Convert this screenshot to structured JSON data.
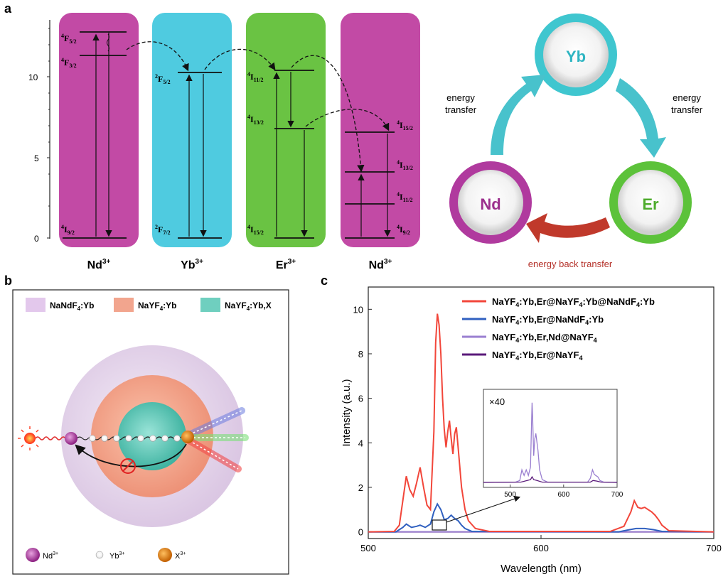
{
  "panel_a": {
    "letter": "a",
    "y_axis_ticks": [
      "0",
      "5",
      "10"
    ],
    "columns": [
      {
        "ion": "Nd",
        "charge": "3+",
        "color": "#c24aa5",
        "levels": [
          {
            "pre": "4",
            "sym": "F",
            "sub": "5/2"
          },
          {
            "pre": "4",
            "sym": "F",
            "sub": "3/2"
          },
          {
            "pre": "4",
            "sym": "I",
            "sub": "9/2"
          }
        ]
      },
      {
        "ion": "Yb",
        "charge": "3+",
        "color": "#4fcbe0",
        "levels": [
          {
            "pre": "2",
            "sym": "F",
            "sub": "5/2"
          },
          {
            "pre": "2",
            "sym": "F",
            "sub": "7/2"
          }
        ]
      },
      {
        "ion": "Er",
        "charge": "3+",
        "color": "#6ac343",
        "levels": [
          {
            "pre": "4",
            "sym": "I",
            "sub": "11/2"
          },
          {
            "pre": "4",
            "sym": "I",
            "sub": "13/2"
          },
          {
            "pre": "4",
            "sym": "I",
            "sub": "15/2"
          }
        ]
      },
      {
        "ion": "Nd",
        "charge": "3+",
        "color": "#c24aa5",
        "levels": [
          {
            "pre": "4",
            "sym": "I",
            "sub": "15/2"
          },
          {
            "pre": "4",
            "sym": "I",
            "sub": "13/2"
          },
          {
            "pre": "4",
            "sym": "I",
            "sub": "11/2"
          },
          {
            "pre": "4",
            "sym": "I",
            "sub": "9/2"
          }
        ]
      }
    ]
  },
  "cycle": {
    "yb_label": "Yb",
    "er_label": "Er",
    "nd_label": "Nd",
    "left_arrow_line1": "energy",
    "left_arrow_line2": "transfer",
    "right_arrow_line1": "energy",
    "right_arrow_line2": "transfer",
    "back_label": "energy back transfer",
    "colors": {
      "yb": "#3fc6cf",
      "er": "#5cc23a",
      "nd": "#b03a9e",
      "back": "#c0392b"
    }
  },
  "panel_b": {
    "letter": "b",
    "legend": [
      {
        "main": "NaNdF",
        "sub": "4",
        "rest": ":Yb",
        "color": "#e3c8ec"
      },
      {
        "main": "NaYF",
        "sub": "4",
        "rest": ":Yb",
        "color": "#f2a58e"
      },
      {
        "main": "NaYF",
        "sub": "4",
        "rest": ":Yb,X",
        "color": "#6fcfbf"
      }
    ],
    "ions": [
      {
        "label": "Nd",
        "sup": "3+",
        "color": "#a7349a"
      },
      {
        "label": "Yb",
        "sup": "3+",
        "color": "#dddddd"
      },
      {
        "label": "X",
        "sup": "3+",
        "color": "#e0861a"
      }
    ]
  },
  "panel_c": {
    "letter": "c",
    "inset_label": "×40"
  },
  "chart_data": {
    "type": "line",
    "xlabel": "Wavelength (nm)",
    "ylabel": "Intensity (a.u.)",
    "xlim": [
      500,
      700
    ],
    "ylim": [
      -0.3,
      11
    ],
    "x_ticks": [
      500,
      600,
      700
    ],
    "y_ticks": [
      0,
      2,
      4,
      6,
      8,
      10
    ],
    "legend_position": "top-right",
    "series": [
      {
        "name": "NaYF4:Yb,Er@NaYF4:Yb@NaNdF4:Yb",
        "label_main": [
          "NaYF",
          "4",
          ":Yb,Er@NaYF",
          "4",
          ":Yb@NaNdF",
          "4",
          ":Yb"
        ],
        "color": "#f2463a",
        "points": [
          [
            500,
            0
          ],
          [
            515,
            0.02
          ],
          [
            518,
            0.3
          ],
          [
            520,
            1.4
          ],
          [
            522,
            2.5
          ],
          [
            524,
            1.9
          ],
          [
            526,
            1.6
          ],
          [
            528,
            2.2
          ],
          [
            530,
            2.9
          ],
          [
            532,
            2.0
          ],
          [
            534,
            1.2
          ],
          [
            536,
            1.0
          ],
          [
            538,
            4.5
          ],
          [
            539,
            8.5
          ],
          [
            540,
            9.8
          ],
          [
            541,
            9.3
          ],
          [
            542,
            8.0
          ],
          [
            543,
            6.0
          ],
          [
            544,
            4.6
          ],
          [
            545,
            3.8
          ],
          [
            546,
            4.5
          ],
          [
            547,
            5.0
          ],
          [
            548,
            4.2
          ],
          [
            549,
            3.5
          ],
          [
            550,
            4.4
          ],
          [
            551,
            4.7
          ],
          [
            552,
            3.8
          ],
          [
            554,
            2.0
          ],
          [
            556,
            1.0
          ],
          [
            558,
            0.5
          ],
          [
            562,
            0.15
          ],
          [
            570,
            0.02
          ],
          [
            640,
            0.02
          ],
          [
            648,
            0.25
          ],
          [
            652,
            0.9
          ],
          [
            654,
            1.4
          ],
          [
            656,
            1.1
          ],
          [
            658,
            1.05
          ],
          [
            660,
            1.1
          ],
          [
            662,
            1.0
          ],
          [
            664,
            0.9
          ],
          [
            666,
            0.75
          ],
          [
            668,
            0.55
          ],
          [
            670,
            0.3
          ],
          [
            674,
            0.05
          ],
          [
            700,
            0
          ]
        ]
      },
      {
        "name": "NaYF4:Yb,Er@NaNdF4:Yb",
        "label_main": [
          "NaYF",
          "4",
          ":Yb,Er@NaNdF",
          "4",
          ":Yb"
        ],
        "color": "#3060c0",
        "points": [
          [
            500,
            0
          ],
          [
            516,
            0
          ],
          [
            520,
            0.2
          ],
          [
            522,
            0.35
          ],
          [
            525,
            0.2
          ],
          [
            528,
            0.25
          ],
          [
            530,
            0.3
          ],
          [
            533,
            0.2
          ],
          [
            536,
            0.35
          ],
          [
            538,
            0.9
          ],
          [
            540,
            1.25
          ],
          [
            542,
            1.0
          ],
          [
            544,
            0.55
          ],
          [
            546,
            0.6
          ],
          [
            548,
            0.75
          ],
          [
            550,
            0.6
          ],
          [
            552,
            0.5
          ],
          [
            554,
            0.3
          ],
          [
            556,
            0.15
          ],
          [
            560,
            0.02
          ],
          [
            645,
            0
          ],
          [
            650,
            0.08
          ],
          [
            655,
            0.15
          ],
          [
            660,
            0.15
          ],
          [
            665,
            0.1
          ],
          [
            670,
            0.02
          ],
          [
            700,
            0
          ]
        ]
      },
      {
        "name": "NaYF4:Yb,Er,Nd@NaYF4",
        "label_main": [
          "NaYF",
          "4",
          ":Yb,Er,Nd@NaYF",
          "4",
          ""
        ],
        "color": "#9a7fd0",
        "points": [
          [
            500,
            0
          ],
          [
            700,
            0
          ]
        ]
      },
      {
        "name": "NaYF4:Yb,Er@NaYF4",
        "label_main": [
          "NaYF",
          "4",
          ":Yb,Er@NaYF",
          "4",
          ""
        ],
        "color": "#5a1a7a",
        "points": [
          [
            500,
            0
          ],
          [
            700,
            0
          ]
        ]
      }
    ],
    "inset": {
      "xlim": [
        450,
        700
      ],
      "x_ticks": [
        500,
        600,
        700
      ],
      "scale": "×40",
      "series": [
        {
          "name": "NaYF4:Yb,Er,Nd@NaYF4",
          "color": "#9a7fd0",
          "points": [
            [
              450,
              0.05
            ],
            [
              510,
              0.06
            ],
            [
              518,
              0.12
            ],
            [
              522,
              0.5
            ],
            [
              524,
              0.4
            ],
            [
              526,
              0.3
            ],
            [
              530,
              0.5
            ],
            [
              534,
              0.3
            ],
            [
              538,
              0.6
            ],
            [
              540,
              2.2
            ],
            [
              541,
              2.9
            ],
            [
              542,
              2.4
            ],
            [
              544,
              1.0
            ],
            [
              546,
              1.6
            ],
            [
              548,
              1.8
            ],
            [
              550,
              1.5
            ],
            [
              552,
              1.2
            ],
            [
              555,
              0.5
            ],
            [
              560,
              0.15
            ],
            [
              570,
              0.06
            ],
            [
              645,
              0.06
            ],
            [
              650,
              0.2
            ],
            [
              654,
              0.5
            ],
            [
              657,
              0.35
            ],
            [
              660,
              0.3
            ],
            [
              664,
              0.25
            ],
            [
              668,
              0.12
            ],
            [
              675,
              0.06
            ],
            [
              700,
              0.05
            ]
          ]
        },
        {
          "name": "NaYF4:Yb,Er@NaYF4",
          "color": "#5a1a7a",
          "points": [
            [
              450,
              0.05
            ],
            [
              520,
              0.06
            ],
            [
              538,
              0.15
            ],
            [
              541,
              0.25
            ],
            [
              544,
              0.15
            ],
            [
              550,
              0.12
            ],
            [
              560,
              0.06
            ],
            [
              650,
              0.06
            ],
            [
              655,
              0.12
            ],
            [
              662,
              0.1
            ],
            [
              670,
              0.06
            ],
            [
              700,
              0.05
            ]
          ]
        }
      ]
    }
  }
}
